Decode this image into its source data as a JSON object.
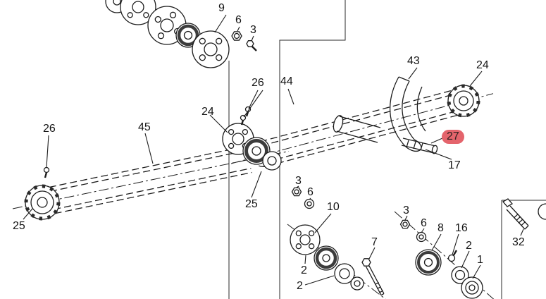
{
  "diagram": {
    "highlight_color": "#e4646c",
    "highlighted_callout": "27",
    "callouts": [
      {
        "part": "9"
      },
      {
        "part": "6"
      },
      {
        "part": "3"
      },
      {
        "part": "26"
      },
      {
        "part": "44"
      },
      {
        "part": "24"
      },
      {
        "part": "43"
      },
      {
        "part": "24"
      },
      {
        "part": "27"
      },
      {
        "part": "17"
      },
      {
        "part": "26"
      },
      {
        "part": "45"
      },
      {
        "part": "25"
      },
      {
        "part": "25"
      },
      {
        "part": "3"
      },
      {
        "part": "6"
      },
      {
        "part": "10"
      },
      {
        "part": "2"
      },
      {
        "part": "2"
      },
      {
        "part": "7"
      },
      {
        "part": "3"
      },
      {
        "part": "6"
      },
      {
        "part": "8"
      },
      {
        "part": "16"
      },
      {
        "part": "2"
      },
      {
        "part": "1"
      },
      {
        "part": "32"
      }
    ]
  }
}
